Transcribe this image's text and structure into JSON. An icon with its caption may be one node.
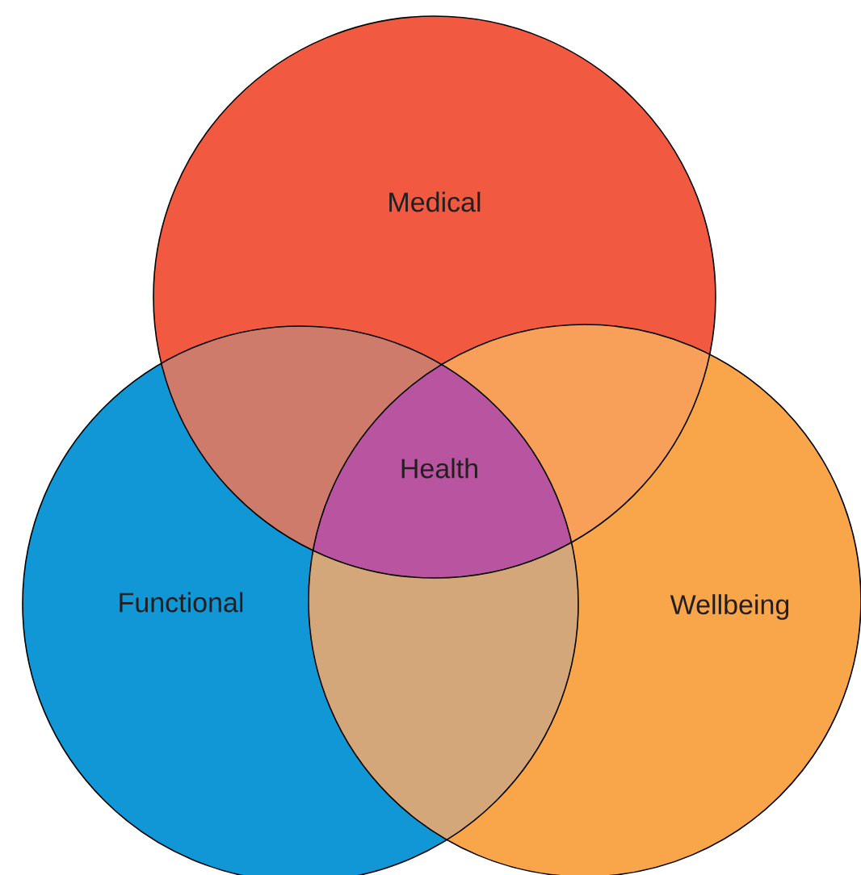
{
  "diagram": {
    "nodes": [
      {
        "text": [
          "Medical"
        ]
      },
      {
        "text": [
          "Functional"
        ]
      },
      {
        "text": [
          "Wellbeing"
        ]
      }
    ],
    "edges": [],
    "labels": [
      "Health"
    ]
  }
}
